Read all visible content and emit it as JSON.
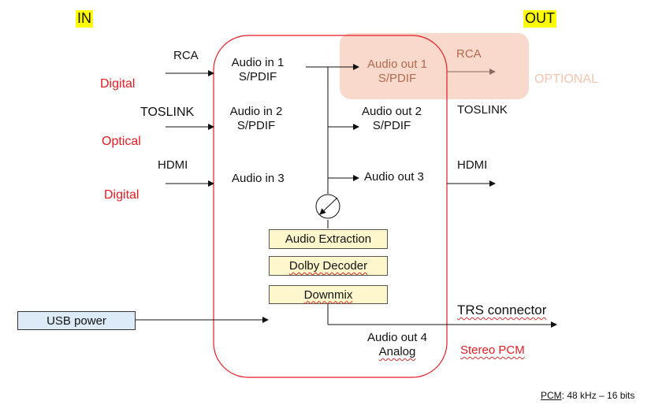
{
  "labels": {
    "in": "IN",
    "out": "OUT",
    "optional": "OPTIONAL",
    "pcm_label": "PCM",
    "pcm_spec": ": 48 kHz – 16 bits"
  },
  "inputs": [
    {
      "connector": "RCA",
      "type": "Digital",
      "audio": "Audio in 1",
      "format": "S/PDIF"
    },
    {
      "connector": "TOSLINK",
      "type": "Optical",
      "audio": "Audio in 2",
      "format": "S/PDIF"
    },
    {
      "connector": "HDMI",
      "type": "Digital",
      "audio": "Audio in 3",
      "format": ""
    }
  ],
  "outputs": [
    {
      "connector": "RCA",
      "audio": "Audio out 1",
      "format": "S/PDIF"
    },
    {
      "connector": "TOSLINK",
      "audio": "Audio out 2",
      "format": "S/PDIF"
    },
    {
      "connector": "HDMI",
      "audio": "Audio out 3",
      "format": ""
    },
    {
      "connector": "TRS connector",
      "audio": "Audio out 4",
      "format": "Analog",
      "note": "Stereo PCM"
    }
  ],
  "processing": [
    "Audio Extraction",
    "Dolby Decoder",
    "Downmix"
  ],
  "power": "USB power",
  "colors": {
    "red_accent": "#e31b23",
    "optional_fill": "#f9d9cb",
    "box_fill": "#fff7cc",
    "usb_fill": "#dcebf7",
    "highlight": "#ffff00"
  },
  "icons": [
    "selector-switch-icon"
  ]
}
